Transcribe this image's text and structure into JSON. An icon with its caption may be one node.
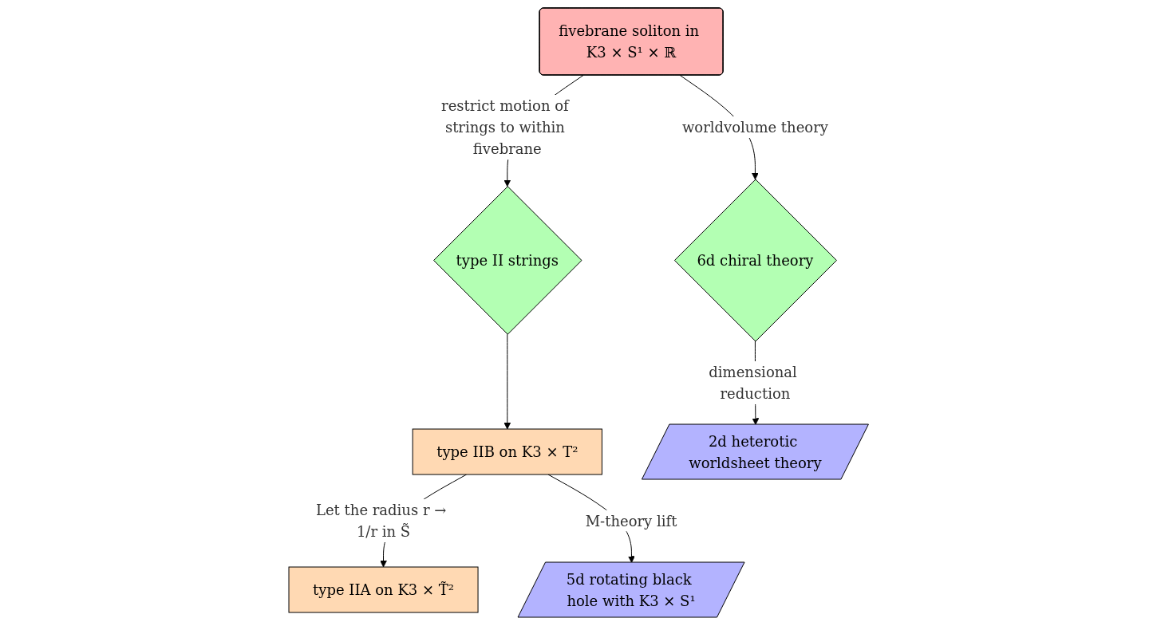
{
  "diagram": {
    "nodes": [
      {
        "text": [
          "fivebrane soliton in K3 × S¹ × ℝ"
        ]
      },
      {
        "text": [
          "type II strings"
        ]
      },
      {
        "text": [
          "6d chiral theory"
        ]
      },
      {
        "text": [
          "type IIA on K3 × T̃²"
        ]
      },
      {
        "text": [
          "type IIB on K3 × T²"
        ]
      },
      {
        "text": [
          "2d heterotic worldsheet theory"
        ]
      },
      {
        "text": [
          "5d rotating black hole with K3 × S¹"
        ]
      }
    ],
    "edges": [
      {
        "from": 0,
        "to": 1,
        "arrow": "to",
        "label": "restrict motion of strings to within fivebrane"
      },
      {
        "from": 0,
        "to": 2,
        "arrow": "to",
        "label": "worldvolume theory"
      },
      {
        "from": 1,
        "to": 4,
        "arrow": "to"
      },
      {
        "from": 4,
        "to": 3,
        "arrow": "to",
        "label": "Let the radius r → 1/r in S̃"
      },
      {
        "from": 2,
        "to": 5,
        "arrow": "to",
        "label": "dimensional reduction"
      },
      {
        "from": 4,
        "to": 6,
        "arrow": "to",
        "label": "M-theory lift"
      }
    ]
  }
}
